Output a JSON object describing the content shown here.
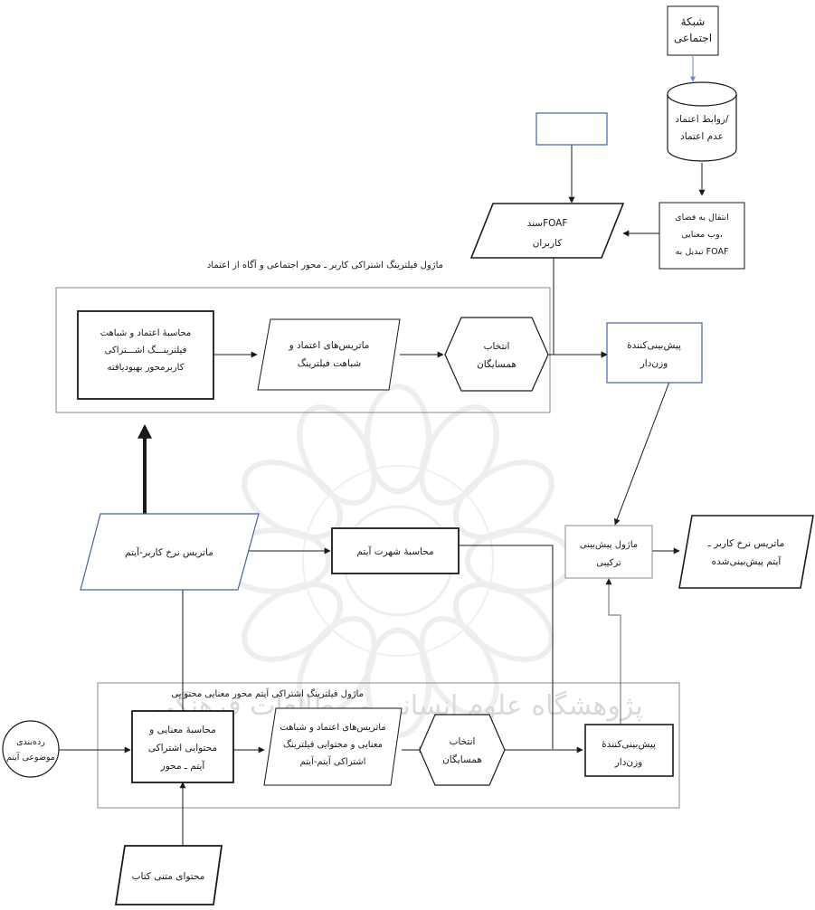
{
  "diagram": {
    "nodes": {
      "social_network": {
        "lines": [
          "شبکهٔ",
          "اجتماعی"
        ]
      },
      "trust_db": {
        "lines": [
          "روابط اعتماد/",
          "عدم اعتماد"
        ]
      },
      "empty_input": {
        "lines": []
      },
      "transfer_web": {
        "lines": [
          "انتقال به فضای",
          "وب معنایی،",
          "تبدیل به FOAF"
        ]
      },
      "foaf_doc": {
        "lines": [
          "سندFOAF",
          "کاربران"
        ]
      },
      "trust_sim_calc": {
        "lines": [
          "محاسبهٔ اعتماد و شباهت",
          "فیلترینـــگ اشـــتراکی",
          "کاربرمحور بهبودیافته"
        ]
      },
      "trust_sim_matrices": {
        "lines": [
          "ماتریس‌های اعتماد و",
          "شباهت فیلترینگ"
        ]
      },
      "neighbors_top": {
        "lines": [
          "انتخاب",
          "همسایگان"
        ]
      },
      "weighted_pred_top": {
        "lines": [
          "پیش‌بینی‌کنندهٔ",
          "وزن‌دار"
        ]
      },
      "rating_matrix": {
        "lines": [
          "ماتریس نرخ کاربر-آیتم"
        ]
      },
      "popularity_calc": {
        "lines": [
          "محاسبهٔ شهرت آیتم"
        ]
      },
      "hybrid_pred": {
        "lines": [
          "ماژول پیش‌بینی",
          "ترکیبی"
        ]
      },
      "predicted_matrix": {
        "lines": [
          "ماتریس نرخ کاربر ـ",
          "آیتم پیش‌بینی‌شده"
        ]
      },
      "topic_class": {
        "lines": [
          "رده‌بندی",
          "موضوعی آیتم"
        ]
      },
      "semantic_calc": {
        "lines": [
          "محاسبهٔ معنایی و",
          "محتوایی اشتراکی",
          "آیتم ـ محور"
        ]
      },
      "semantic_matrices": {
        "lines": [
          "ماتریس‌های اعتماد و شباهت",
          "معنایی و محتوایی فیلترینگ",
          "اشتراکی آیتم-آیتم"
        ]
      },
      "neighbors_bottom": {
        "lines": [
          "انتخاب",
          "همسایگان"
        ]
      },
      "weighted_pred_bottom": {
        "lines": [
          "پیش‌بینی‌کنندهٔ",
          "وزن‌دار"
        ]
      },
      "book_text": {
        "lines": [
          "محتوای متنی کتاب"
        ]
      }
    },
    "modules": {
      "user_module_title": "ماژول فیلترینگ اشتراکی کاربر ـ محور اجتماعی و آگاه از اعتماد",
      "item_module_title": "ماژول فیلترینگ اشتراکی آیتم محور معنایی محتوایی"
    },
    "watermark": "پژوهشگاه علوم انسانی و مطالعات فرهنگی",
    "colors": {
      "stroke": "#1a1a1a",
      "blue_stroke": "#4a5fa8",
      "module_border": "#8a8a8a",
      "watermark": "#d6d6d6"
    }
  }
}
